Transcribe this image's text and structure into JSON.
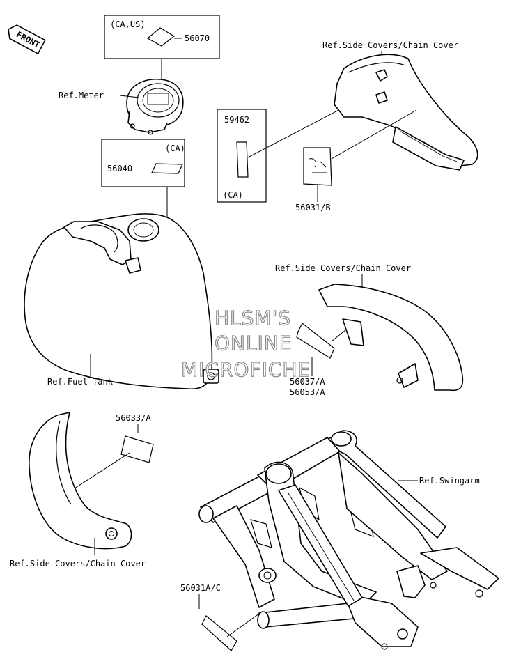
{
  "front_marker": "FRONT",
  "labels": {
    "meter_region": "(CA,US)",
    "meter_label_part": "56070",
    "ref_meter": "Ref.Meter",
    "tank_region": "(CA)",
    "tank_label_part": "56040",
    "ref_fuel_tank": "Ref.Fuel Tank",
    "cover_label_part_59462": "59462",
    "cover_region_ca": "(CA)",
    "ref_side_covers_top": "Ref.Side Covers/Chain Cover",
    "part_56031b": "56031/B",
    "ref_side_covers_mid": "Ref.Side Covers/Chain Cover",
    "part_56037a": "56037/A",
    "part_56053a": "56053/A",
    "part_56033a": "56033/A",
    "ref_side_covers_bottom": "Ref.Side Covers/Chain Cover",
    "ref_swingarm": "Ref.Swingarm",
    "part_56031ac": "56031A/C"
  },
  "watermark": {
    "line1": "HLSM'S",
    "line2": "ONLINE",
    "line3": "MICROFICHE"
  }
}
